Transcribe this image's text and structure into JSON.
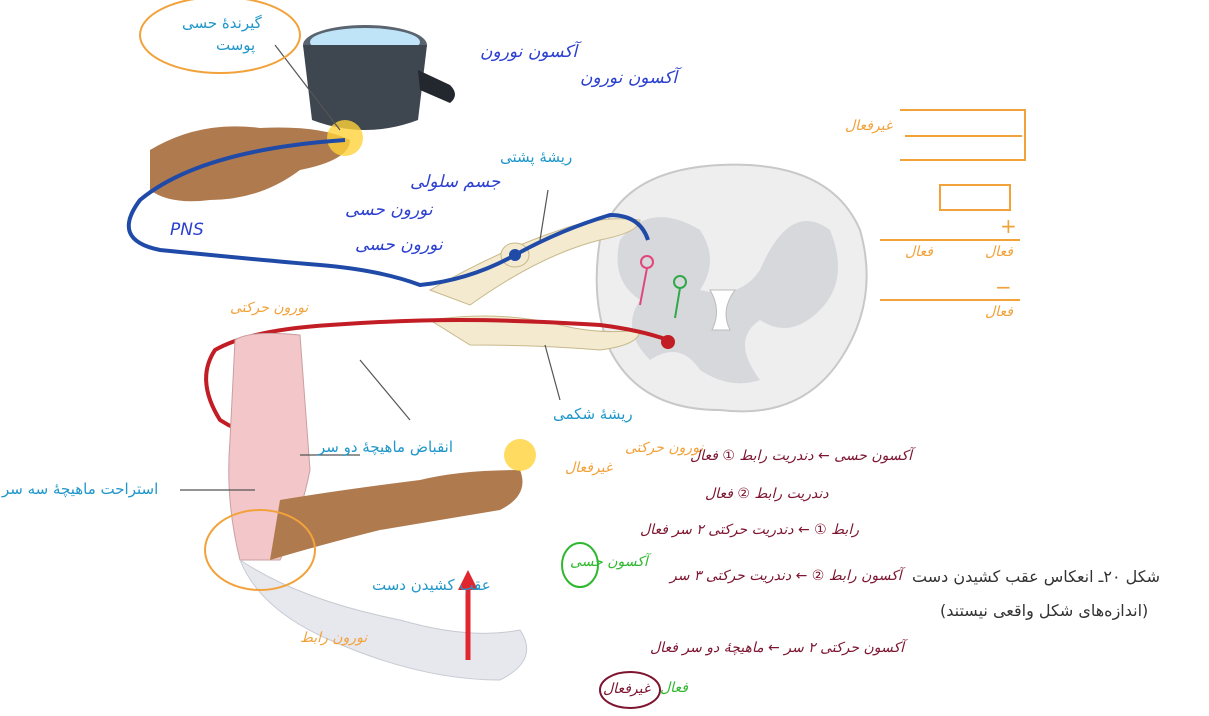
{
  "labels": {
    "skin_receptor_line1": "گیرندهٔ حسی",
    "skin_receptor_line2": "پوست",
    "dorsal_root": "ریشهٔ پشتی",
    "ventral_root": "ریشهٔ شکمی",
    "biceps_contraction": "انقباض ماهیچهٔ دو سر",
    "triceps_relaxation": "استراحت ماهیچهٔ سه سر",
    "hand_withdrawal": "عقب کشیدن دست"
  },
  "caption": {
    "line1": "شکل ۲۰ـ انعکاس عقب کشیدن دست",
    "line2": "(اندازه‌های شکل واقعی نیستند)"
  },
  "handwritten": {
    "normal_axon": "آکسون نورون",
    "cell_body": "جسم سلولی",
    "sensory_neuron": "نورون حسی",
    "pns": "PNS",
    "motor_neuron": "نورون حرکتی",
    "active": "فعال",
    "inactive": "غیرفعال",
    "interneuron": "نورون رابط",
    "sensory_axon": "آکسون حسی",
    "row_interneuron1": "آکسون حسی ← دندریت رابط ① فعال",
    "row_interneuron2": "دندریت رابط ② فعال",
    "row_motor1": "رابط ① ← دندریت حرکتی ۲ سر فعال",
    "row_motor2": "آکسون رابط ② ← دندریت حرکتی ۳ سر",
    "row_muscle": "آکسون حرکتی ۲ سر ← ماهیچهٔ دو سر فعال",
    "row_last": "غیرفعال",
    "plus": "+",
    "minus": "−"
  },
  "colors": {
    "sensory_neuron": "#1f4aa8",
    "motor_neuron": "#c21d24",
    "annotation_orange": "#f2a23a",
    "annotation_blue": "#2b3fd0",
    "annotation_green": "#2fb82f",
    "annotation_maroon": "#7d1530",
    "printed_label": "#1f97c9",
    "spinal_gray": "#d7d8dc",
    "skin": "#b07a4f"
  }
}
